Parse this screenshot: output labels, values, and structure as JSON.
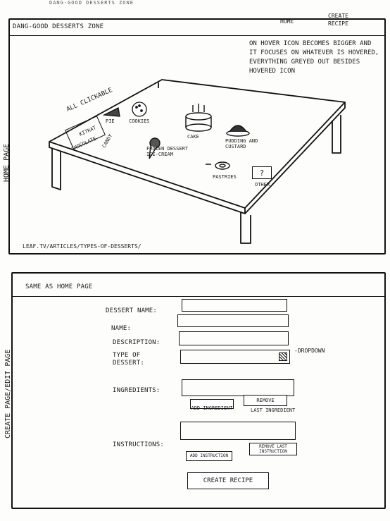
{
  "top_partial_text": "DANG-GOOD DESSERTS ZONE",
  "home": {
    "side_label": "HOME PAGE",
    "header": {
      "title": "DANG-GOOD DESSERTS ZONE",
      "nav_home": "HOME",
      "nav_create": "CREATE RECIPE"
    },
    "note": "ON HOVER ICON BECOMES BIGGER AND IT FOCUSES ON WHATEVER IS HOVERED, EVERYTHING GREYED OUT BESIDES HOVERED ICON",
    "all_clickable": "ALL CLICKABLE",
    "items": {
      "pie": "PIE",
      "cookies": "COOKIES",
      "cake": "CAKE",
      "kitkat": "KITKAT",
      "chocolate": "CHOCOLATE",
      "candy": "CANDY",
      "frozen": "FROZEN DESSERT ICE-CREAM",
      "pudding": "PUDDING AND CUSTARD",
      "pastries": "PASTRIES",
      "other": "OTHER",
      "other_icon": "?"
    },
    "breadcrumb": "LEAF.TV/ARTICLES/TYPES-OF-DESSERTS/"
  },
  "create": {
    "side_label": "CREATE PAGE/EDIT PAGE",
    "header_text": "SAME AS HOME PAGE",
    "fields": {
      "dessert_name": "DESSERT NAME:",
      "name": "NAME:",
      "description": "DESCRIPTION:",
      "type": "TYPE OF DESSERT:",
      "ingredients": "INGREDIENTS:",
      "instructions": "INSTRUCTIONS:"
    },
    "dropdown_note": "-DROPDOWN",
    "buttons": {
      "add_ingredient": "ADD INGREDIENT",
      "remove_last_ingredient": "REMOVE",
      "remove_last_suffix": "LAST INGREDIENT",
      "add_instruction": "ADD INSTRUCTION",
      "remove_last_instruction": "REMOVE LAST INSTRUCTION",
      "create_recipe": "CREATE RECIPE"
    }
  }
}
